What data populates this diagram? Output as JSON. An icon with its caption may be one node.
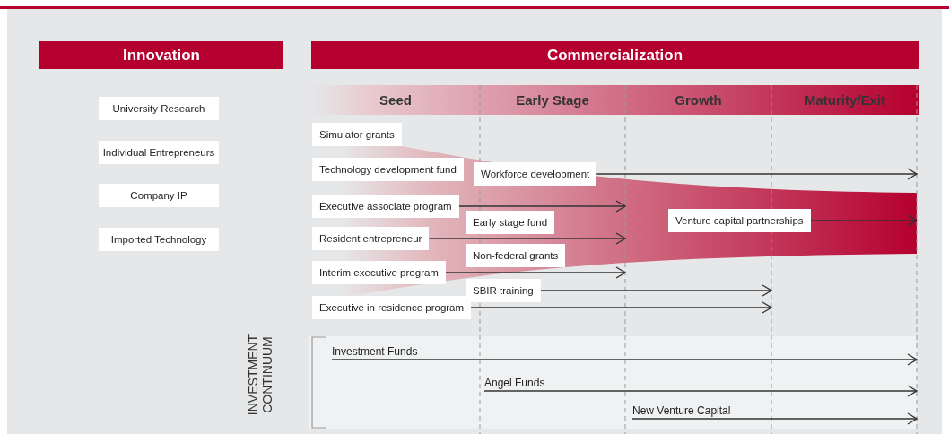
{
  "diagram": {
    "nodes": [
      {
        "text": [
          "Innovation"
        ]
      },
      {
        "text": [
          "Commercialization"
        ]
      },
      {
        "text": [
          "University Research"
        ]
      },
      {
        "text": [
          "Individual Entrepreneurs"
        ]
      },
      {
        "text": [
          "Company IP"
        ]
      },
      {
        "text": [
          "Imported Technology"
        ]
      },
      {
        "text": [
          "Simulator grants"
        ]
      },
      {
        "text": [
          "Technology development fund"
        ]
      },
      {
        "text": [
          "Workforce development"
        ]
      },
      {
        "text": [
          "Executive associate program"
        ]
      },
      {
        "text": [
          "Early stage fund"
        ]
      },
      {
        "text": [
          "Venture capital partnerships"
        ]
      },
      {
        "text": [
          "Resident entrepreneur"
        ]
      },
      {
        "text": [
          "Non-federal grants"
        ]
      },
      {
        "text": [
          "Interim executive program"
        ]
      },
      {
        "text": [
          "SBIR training"
        ]
      },
      {
        "text": [
          "Executive in residence program"
        ]
      },
      {
        "text": [
          "Investment Funds"
        ]
      },
      {
        "text": [
          "Angel Funds"
        ]
      },
      {
        "text": [
          "New Venture Capital"
        ]
      }
    ],
    "edges": [
      {
        "from": 8,
        "to": null,
        "arrow": "to"
      },
      {
        "from": 9,
        "to": null,
        "arrow": "to"
      },
      {
        "from": 11,
        "to": null,
        "arrow": "to"
      },
      {
        "from": 12,
        "to": null,
        "arrow": "to"
      },
      {
        "from": 14,
        "to": null,
        "arrow": "to"
      },
      {
        "from": 15,
        "to": null,
        "arrow": "to"
      },
      {
        "from": 16,
        "to": null,
        "arrow": "to"
      },
      {
        "from": 17,
        "to": null,
        "arrow": "to"
      },
      {
        "from": 18,
        "to": null,
        "arrow": "to"
      },
      {
        "from": 19,
        "to": null,
        "arrow": "to"
      }
    ],
    "labels": [
      "Seed",
      "Early Stage",
      "Growth",
      "Maturity/Exit",
      "INVESTMENT CONTINUUM"
    ]
  }
}
